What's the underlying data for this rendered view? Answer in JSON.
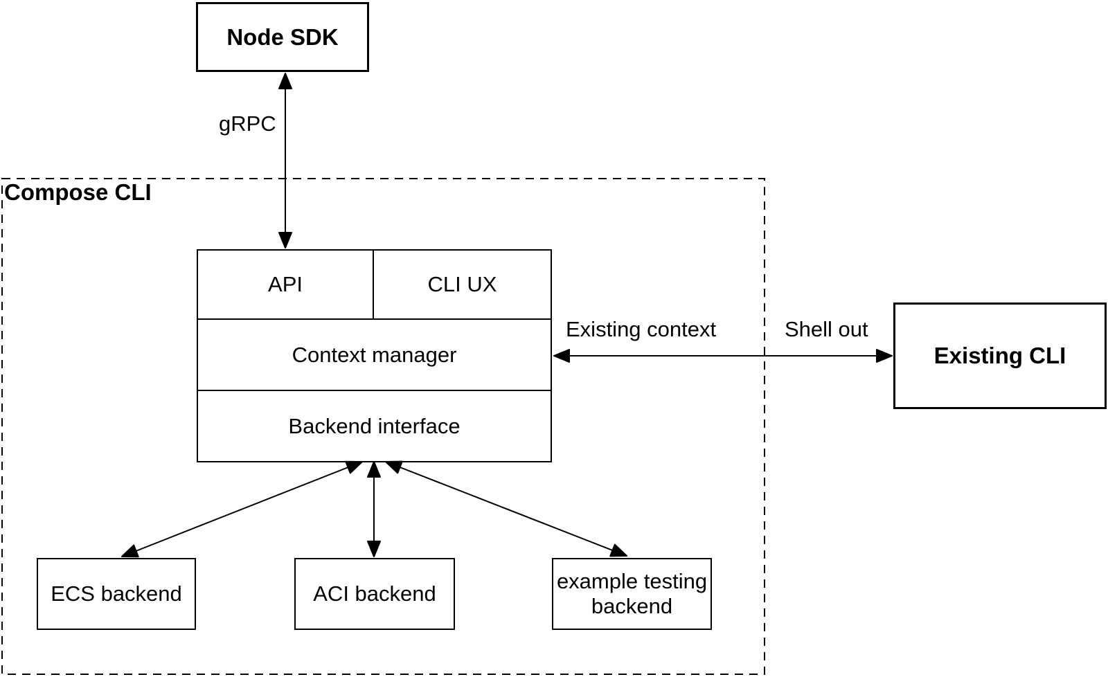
{
  "diagram": {
    "background": "#ffffff",
    "stroke_color": "#000000",
    "text_color": "#000000",
    "nodes": {
      "node_sdk": "Node SDK",
      "compose_cli_group": "Compose CLI",
      "api": "API",
      "cli_ux": "CLI UX",
      "context_manager": "Context manager",
      "backend_interface": "Backend interface",
      "ecs_backend": "ECS backend",
      "aci_backend": "ACI backend",
      "example_testing_backend": "example testing backend",
      "existing_cli": "Existing CLI"
    },
    "edges": {
      "grpc": "gRPC",
      "existing_context": "Existing context",
      "shell_out": "Shell out"
    }
  }
}
